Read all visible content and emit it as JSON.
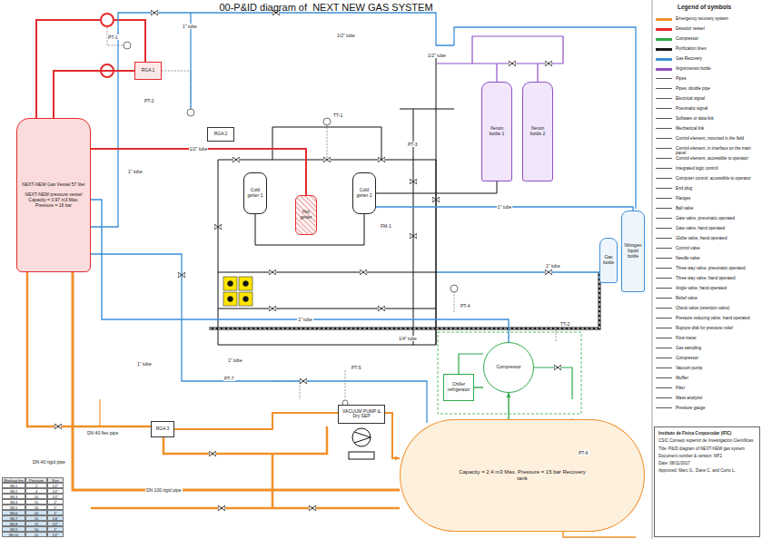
{
  "diagram": {
    "title": "00-P&ID diagram of  NEXT NEW GAS SYSTEM",
    "nodes": [
      {
        "text": [
          "NEXT-NEW Gas Vessel 57 liter",
          "NEXT-NEW pressure vessel Capacity = 0.97 m3 Max. Pressure = 16 bar"
        ]
      },
      {
        "text": [
          "RGA 1"
        ]
      },
      {
        "text": [
          "RGA 2"
        ]
      },
      {
        "text": [
          "Cold getter 1"
        ]
      },
      {
        "text": [
          "Hot getter"
        ]
      },
      {
        "text": [
          "Cold getter 2"
        ]
      },
      {
        "text": [
          "Xenon bottle 1"
        ]
      },
      {
        "text": [
          "Xenon bottle 2"
        ]
      },
      {
        "text": [
          "Gas bottle"
        ]
      },
      {
        "text": [
          "Nitrogen liquid bottle"
        ]
      },
      {
        "text": [
          "Compressor"
        ]
      },
      {
        "text": [
          "Chiller refrigerator"
        ]
      },
      {
        "text": [
          "RGA 3"
        ]
      },
      {
        "text": [
          "VACUUM PUMP & Dry SEP"
        ]
      },
      {
        "text": [
          "Capacity = 2.4 m3 Max. Pressure = 15 bar Recovery tank"
        ]
      },
      {
        "text": [
          "Instituto de Física Corpuscular (IFIC)",
          "CSIC Consejo superior de Investigación Científicas",
          "Title: P&ID diagram of NEXT-NEW gas system",
          "Document number & version: NP2",
          "Date: 08/11/2017",
          "Approved: Marc G., Dane C. and Curro L."
        ]
      }
    ],
    "edges": [
      {
        "from": 0,
        "to": 1,
        "arrow": "none"
      },
      {
        "from": 0,
        "to": 4,
        "arrow": "none",
        "label": "1/2\" tube"
      },
      {
        "from": 3,
        "to": 5,
        "arrow": "none"
      },
      {
        "from": 5,
        "to": 6,
        "arrow": "none"
      },
      {
        "from": 0,
        "to": 14,
        "arrow": "none"
      },
      {
        "from": 10,
        "to": 0,
        "arrow": "none",
        "label": "1\" tube"
      },
      {
        "from": 14,
        "to": 10,
        "arrow": "to"
      },
      {
        "from": 11,
        "to": 10,
        "arrow": "none"
      },
      {
        "from": 13,
        "to": 14,
        "arrow": "to"
      },
      {
        "from": 12,
        "to": 13,
        "arrow": "none"
      },
      {
        "from": 9,
        "to": 5,
        "arrow": "none",
        "label": "1\" tube"
      }
    ],
    "labels": [
      "Legend of symbols",
      "1\" tube",
      "1/2\" tube",
      "1/2\" tube",
      "1\" tube",
      "1\" tube",
      "1\" tube",
      "1/4\" tube",
      "DN 40 flex pipe",
      "DN 40 rigid pipe",
      "DN 100 rigid pipe",
      "1\" tube",
      "PT-1",
      "PT-2",
      "TT-1",
      "PT-3",
      "FM-1",
      "PT-4",
      "TT-2",
      "PT-5",
      "PT-6",
      "PT-7",
      "Working line",
      "Pressure",
      "Size",
      "WL1",
      "2",
      "1/2\"",
      "WL2",
      "4",
      "1/2\"",
      "WL3",
      "10",
      "1/2\"",
      "WL4",
      "15",
      "1\"",
      "WL5",
      "16",
      "1\"",
      "WL6",
      "20",
      "1\"",
      "WL7",
      "15",
      "1/4\"",
      "WL8",
      "15",
      "1/2\"",
      "WL9",
      "50",
      "1\"",
      "WL10",
      "15",
      "1/2\""
    ],
    "legend": [
      {
        "text": "Emergency recovery system",
        "color": "#f0902a"
      },
      {
        "text": "Detector vessel",
        "color": "#e32b2b"
      },
      {
        "text": "Compressor",
        "color": "#2eaa4a"
      },
      {
        "text": "Purification lines",
        "color": "#1a1a1a"
      },
      {
        "text": "Gas Recovery",
        "color": "#3a8fd8"
      },
      {
        "text": "Argon/xenon bottle",
        "color": "#8e4fc4"
      },
      {
        "text": "Pipes"
      },
      {
        "text": "Pipes, double pipe"
      },
      {
        "text": "Electrical signal"
      },
      {
        "text": "Pneumatic signal"
      },
      {
        "text": "Software or data link"
      },
      {
        "text": "Mechanical link"
      },
      {
        "text": "Control element, mounted in the field"
      },
      {
        "text": "Control element, in interface on the main panel"
      },
      {
        "text": "Control element, accessible to operator"
      },
      {
        "text": "Integrated logic control"
      },
      {
        "text": "Computer control, accessible to operator"
      },
      {
        "text": "End plug"
      },
      {
        "text": "Flanges"
      },
      {
        "text": "Ball valve"
      },
      {
        "text": "Gate valve, pneumatic operated"
      },
      {
        "text": "Gate valve, hand operated"
      },
      {
        "text": "Globe valve, hand operated"
      },
      {
        "text": "Control valve"
      },
      {
        "text": "Needle valve"
      },
      {
        "text": "Three way valve, pneumatic operated"
      },
      {
        "text": "Three way valve, hand operated"
      },
      {
        "text": "Angle valve, hand operated"
      },
      {
        "text": "Relief valve"
      },
      {
        "text": "Check valve (retention valve)"
      },
      {
        "text": "Pressure reducing valve, hand operated"
      },
      {
        "text": "Rupture disk for pressure relief"
      },
      {
        "text": "Flow meter"
      },
      {
        "text": "Gas sampling"
      },
      {
        "text": "Compressor"
      },
      {
        "text": "Vacuum pump"
      },
      {
        "text": "Muffler"
      },
      {
        "text": "Filter"
      },
      {
        "text": "Mass analyzer"
      },
      {
        "text": "Pressure gauge"
      }
    ]
  }
}
